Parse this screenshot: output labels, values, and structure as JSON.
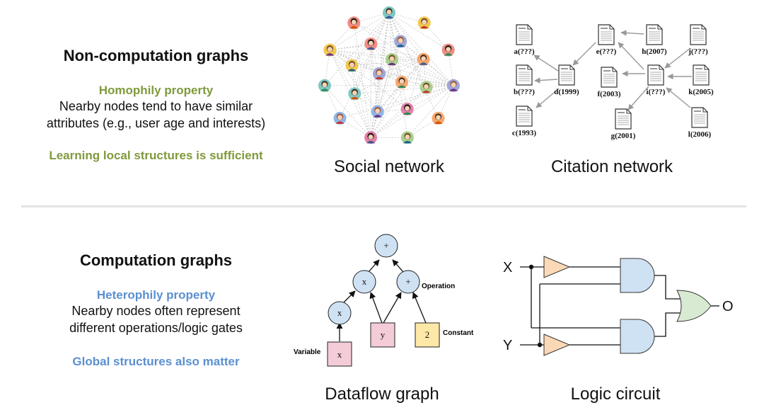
{
  "top": {
    "heading": "Non-computation graphs",
    "property": "Homophily property",
    "description_line1": "Nearby nodes tend to have similar",
    "description_line2": "attributes (e.g., user age and interests)",
    "takeaway": "Learning local structures is sufficient",
    "social_caption": "Social network",
    "citation_caption": "Citation network",
    "citation_nodes": {
      "a": "a(???)",
      "b": "b(???)",
      "c": "c(1993)",
      "d": "d(1999)",
      "e": "e(???)",
      "f": "f(2003)",
      "g": "g(2001)",
      "h": "h(2007)",
      "i": "i(???)",
      "j": "j(???)",
      "k": "k(2005)",
      "l": "l(2006)"
    }
  },
  "bottom": {
    "heading": "Computation graphs",
    "property": "Heterophily property",
    "description_line1": "Nearby nodes often represent",
    "description_line2": "different operations/logic gates",
    "takeaway": "Global structures also matter",
    "dataflow_caption": "Dataflow graph",
    "logic_caption": "Logic circuit",
    "dataflow": {
      "plus_top": "+",
      "times_left": "x",
      "plus_right": "+",
      "times_low": "x",
      "var_x": "x",
      "var_y": "y",
      "const": "2",
      "label_operation": "Operation",
      "label_constant": "Constant",
      "label_variable": "Variable"
    },
    "logic": {
      "input_x": "X",
      "input_y": "Y",
      "output": "O"
    }
  },
  "colors": {
    "green": "#7f9a3c",
    "blue": "#5b8fd0",
    "op_node": "#cfe2f3",
    "var_node": "#f4ccd8",
    "const_node": "#fde8a8",
    "buffer": "#fcd9b6",
    "and_gate": "#cfe2f3",
    "or_gate": "#d9ead3"
  }
}
